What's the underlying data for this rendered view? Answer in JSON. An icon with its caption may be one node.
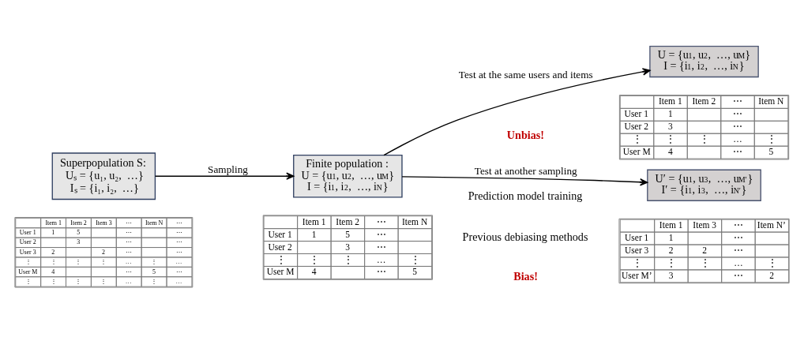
{
  "diagram": {
    "nodes": [
      {
        "text": [
          "Superpopulation S:",
          "Uₛ = {u₁, u₂,  …}",
          "Iₛ = {i₁, i₂,  …}"
        ]
      },
      {
        "text": [
          "Finite population :",
          "U = {u$_{1}$, u$_{2}$,  …, u$_{M}$}",
          "I = {i$_{1}$, i$_{2}$,  …, i$_{N}$}"
        ]
      },
      {
        "text": [
          "U = {u$_{1}$, u$_{2}$,  …, u$_{M}$}",
          "I = {i$_{1}$, i$_{2}$,  …, i$_{N}$}"
        ]
      },
      {
        "text": [
          "U′ = {u$_{1}$, u$_{3}$,  …, u$_{M′}$}",
          "I′ = {i$_{1}$, i$_{3}$,  …, i$_{N′}$}"
        ]
      }
    ],
    "edges": [
      {
        "from": 0,
        "to": 1,
        "arrow": "to",
        "label": "Sampling"
      },
      {
        "from": 1,
        "to": 2,
        "arrow": "to",
        "label": "Test at the same users and items"
      },
      {
        "from": 1,
        "to": 3,
        "arrow": "to",
        "label": "Test at another sampling"
      }
    ],
    "labels": [
      "Unbias!",
      "Prediction model training",
      "Previous debiasing methods",
      "Bias!",
      "Item 1",
      "Item 2",
      "Item 3",
      "⋯",
      "Item N",
      "⋯",
      "User 1",
      "1",
      "5",
      "⋯",
      "⋯",
      "User 2",
      "3",
      "⋯",
      "⋯",
      "User 3",
      "2",
      "2",
      "⋯",
      "⋯",
      "⋮",
      "⋮",
      "⋮",
      "⋮",
      "…",
      "⋮",
      "…",
      "User M",
      "4",
      "⋯",
      "5",
      "⋯",
      "⋮",
      "⋮",
      "⋮",
      "⋮",
      "…",
      "⋮",
      "…",
      "Item 1",
      "Item 2",
      "⋯",
      "Item N",
      "User 1",
      "1",
      "5",
      "⋯",
      "User 2",
      "3",
      "⋯",
      "⋮",
      "⋮",
      "⋮",
      "…",
      "⋮",
      "User M",
      "4",
      "⋯",
      "5",
      "Item 1",
      "Item 2",
      "⋯",
      "Item N",
      "User 1",
      "1",
      "⋯",
      "User 2",
      "3",
      "⋯",
      "⋮",
      "⋮",
      "⋮",
      "…",
      "⋮",
      "User M",
      "4",
      "⋯",
      "5",
      "Item 1",
      "Item 3",
      "⋯",
      "Item N’",
      "User 1",
      "1",
      "⋯",
      "User 3",
      "2",
      "2",
      "⋯",
      "⋮",
      "⋮",
      "⋮",
      "…",
      "⋮",
      "User M’",
      "3",
      "⋯",
      "2"
    ]
  }
}
